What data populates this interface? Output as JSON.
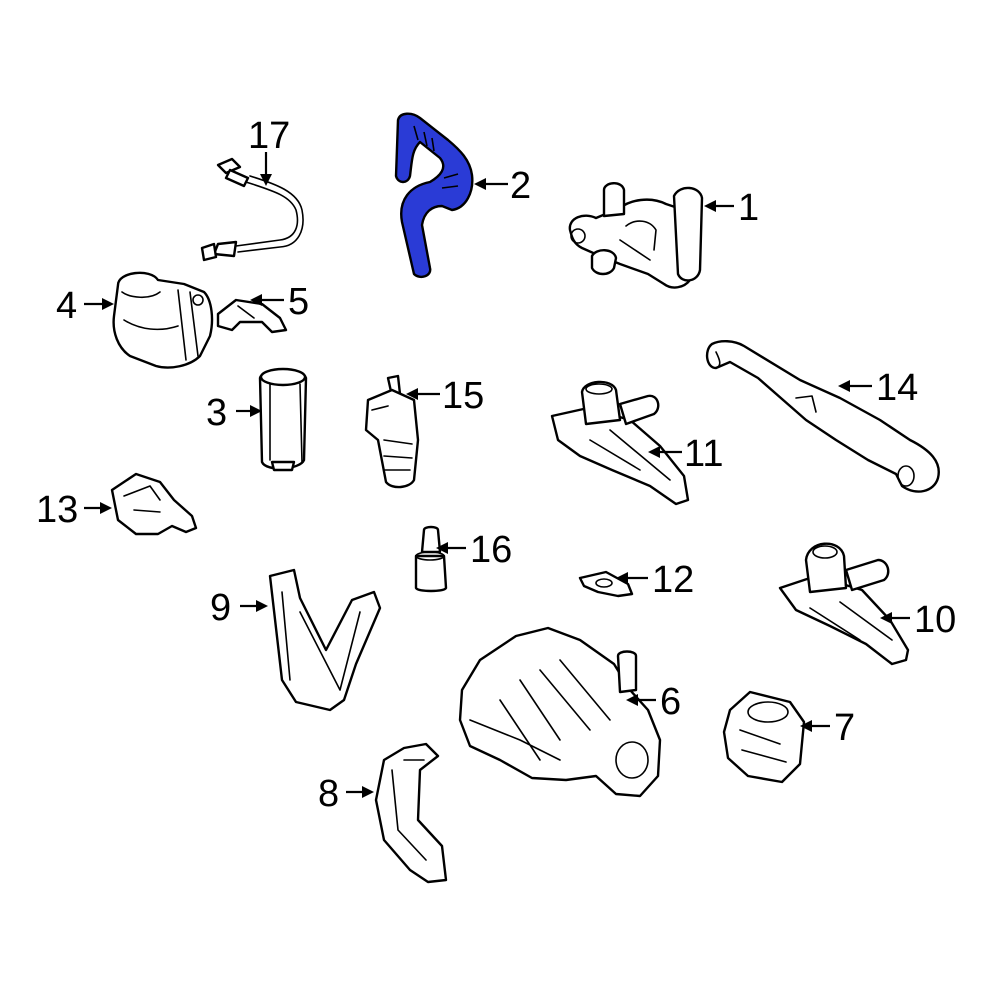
{
  "diagram": {
    "highlight_color": "#2a3bd6",
    "callouts": [
      {
        "id": "1",
        "label": "1"
      },
      {
        "id": "2",
        "label": "2"
      },
      {
        "id": "3",
        "label": "3"
      },
      {
        "id": "4",
        "label": "4"
      },
      {
        "id": "5",
        "label": "5"
      },
      {
        "id": "6",
        "label": "6"
      },
      {
        "id": "7",
        "label": "7"
      },
      {
        "id": "8",
        "label": "8"
      },
      {
        "id": "9",
        "label": "9"
      },
      {
        "id": "10",
        "label": "10"
      },
      {
        "id": "11",
        "label": "11"
      },
      {
        "id": "12",
        "label": "12"
      },
      {
        "id": "13",
        "label": "13"
      },
      {
        "id": "14",
        "label": "14"
      },
      {
        "id": "15",
        "label": "15"
      },
      {
        "id": "16",
        "label": "16"
      },
      {
        "id": "17",
        "label": "17"
      }
    ]
  }
}
